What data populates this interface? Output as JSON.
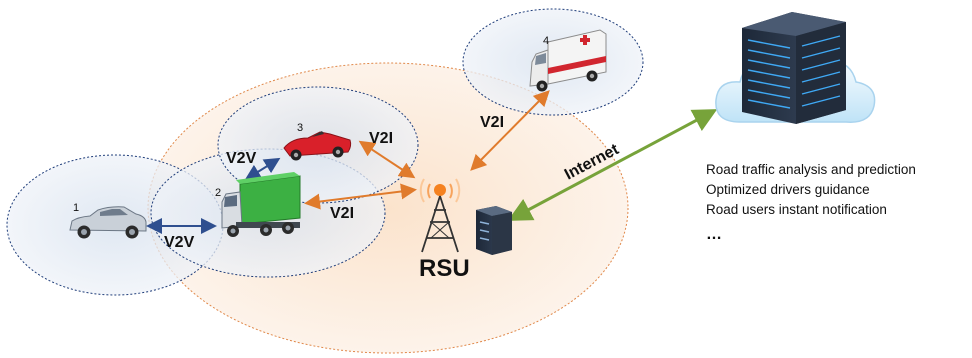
{
  "vehicles": [
    {
      "id": "1",
      "type": "sedan"
    },
    {
      "id": "2",
      "type": "truck"
    },
    {
      "id": "3",
      "type": "convertible"
    },
    {
      "id": "4",
      "type": "ambulance"
    }
  ],
  "links": {
    "v2v_1_2": "V2V",
    "v2v_2_3": "V2V",
    "v2i_truck": "V2I",
    "v2i_car": "V2I",
    "v2i_ambulance": "V2I",
    "internet": "Internet"
  },
  "rsu_label": "RSU",
  "services": [
    "Road traffic analysis and prediction",
    "Optimized drivers guidance",
    "Road users instant notification"
  ],
  "services_more": "…",
  "colors": {
    "v2v_arrow": "#2f4f8f",
    "v2i_arrow": "#e07b2c",
    "internet_arrow": "#77a33a",
    "rsu_range_fill": "#fdebd9",
    "rsu_range_stroke": "#e0884a",
    "vehicle_range_fill": "#e1e9f3",
    "vehicle_range_stroke": "#1f3d7a"
  },
  "icons": [
    "sedan-icon",
    "truck-icon",
    "convertible-icon",
    "ambulance-icon",
    "antenna-tower-icon",
    "server-icon",
    "cloud-icon",
    "server-rack-icon"
  ]
}
